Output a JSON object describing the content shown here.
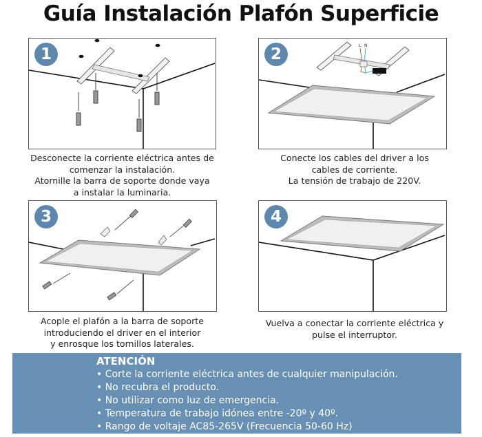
{
  "title": "Guía Instalación Plafón Superficie",
  "colors": {
    "badge": "#5e87ae",
    "attention_bg": "#6890b4",
    "attention_text": "#ffffff",
    "panel_border": "#555555"
  },
  "steps": [
    {
      "number": "1",
      "illustration": "mount-support-bar-illustration",
      "caption": [
        "Desconecte la corriente eléctrica antes de",
        "comenzar la instalación.",
        "Atornille la barra de soporte donde vaya",
        "a instalar la luminaria."
      ]
    },
    {
      "number": "2",
      "illustration": "connect-driver-cables-illustration",
      "labels": {
        "live": "L",
        "neutral": "N"
      },
      "caption": [
        "Conecte los cables del driver a los",
        "cables de corriente.",
        "La tensión de trabajo de 220V."
      ]
    },
    {
      "number": "3",
      "illustration": "attach-panel-screws-illustration",
      "caption": [
        "Acople el plafón a la barra de soporte",
        "introduciendo el driver en el interior",
        "y enrosque los tornillos laterales."
      ]
    },
    {
      "number": "4",
      "illustration": "installed-panel-illustration",
      "caption": [
        "Vuelva a conectar la corriente eléctrica y",
        "pulse el interruptor."
      ]
    }
  ],
  "attention": {
    "title": "ATENCIÓN",
    "items": [
      "• Corte la corriente eléctrica antes de cualquier manipulación.",
      "• No recubra el producto.",
      "• No utilizar como luz de emergencia.",
      "• Temperatura de trabajo idónea entre -20º y 40º.",
      "• Rango de voltaje AC85-265V (Frecuencia 50-60 Hz)"
    ]
  }
}
